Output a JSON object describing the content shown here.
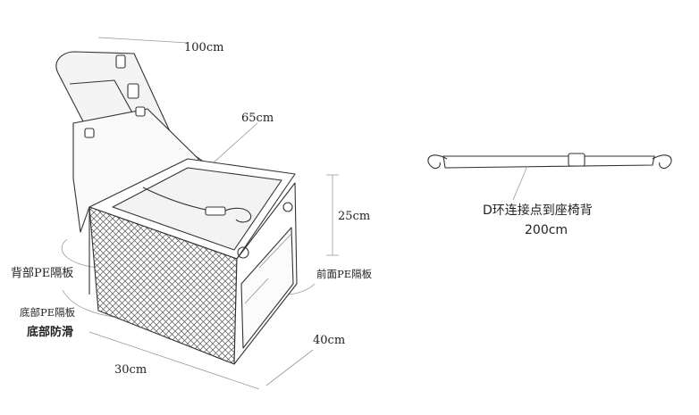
{
  "diagram": {
    "carrier": {
      "dim_strap": "100cm",
      "dim_leash": "65cm",
      "dim_height": "25cm",
      "dim_depth": "40cm",
      "dim_width": "30cm",
      "label_back_board": "背部PE隔板",
      "label_bottom_board": "底部PE隔板",
      "label_anti_slip": "底部防滑",
      "label_front_board": "前面PE隔板"
    },
    "strap": {
      "caption_line1": "D环连接点到座椅背",
      "caption_line2": "200cm"
    }
  }
}
